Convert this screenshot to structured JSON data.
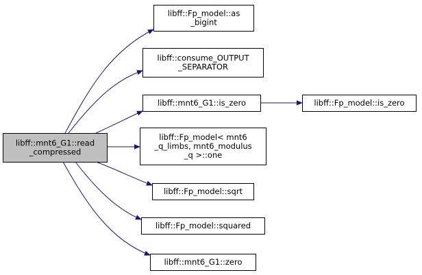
{
  "graph": {
    "root": {
      "id": "root",
      "lines": [
        "libff::mnt6_G1::read",
        "_compressed"
      ]
    },
    "nodes": [
      {
        "id": "as_bigint",
        "lines": [
          "libff::Fp_model::as",
          "_bigint"
        ]
      },
      {
        "id": "consume_sep",
        "lines": [
          "libff::consume_OUTPUT",
          "_SEPARATOR"
        ]
      },
      {
        "id": "g1_is_zero",
        "lines": [
          "libff::mnt6_G1::is_zero"
        ]
      },
      {
        "id": "fp_is_zero",
        "lines": [
          "libff::Fp_model::is_zero"
        ]
      },
      {
        "id": "fp_one",
        "lines": [
          "libff::Fp_model< mnt6",
          "_q_limbs, mnt6_modulus",
          "_q >::one"
        ]
      },
      {
        "id": "sqrt",
        "lines": [
          "libff::Fp_model::sqrt"
        ]
      },
      {
        "id": "squared",
        "lines": [
          "libff::Fp_model::squared"
        ]
      },
      {
        "id": "g1_zero",
        "lines": [
          "libff::mnt6_G1::zero"
        ]
      }
    ],
    "edges": [
      {
        "from": "root",
        "to": "as_bigint"
      },
      {
        "from": "root",
        "to": "consume_sep"
      },
      {
        "from": "root",
        "to": "g1_is_zero"
      },
      {
        "from": "g1_is_zero",
        "to": "fp_is_zero"
      },
      {
        "from": "root",
        "to": "fp_one"
      },
      {
        "from": "root",
        "to": "sqrt"
      },
      {
        "from": "root",
        "to": "squared"
      },
      {
        "from": "root",
        "to": "g1_zero"
      }
    ],
    "colors": {
      "edge": "#191970",
      "root_fill": "#bfbfbf",
      "node_fill": "#ffffff",
      "border": "#000000"
    }
  }
}
